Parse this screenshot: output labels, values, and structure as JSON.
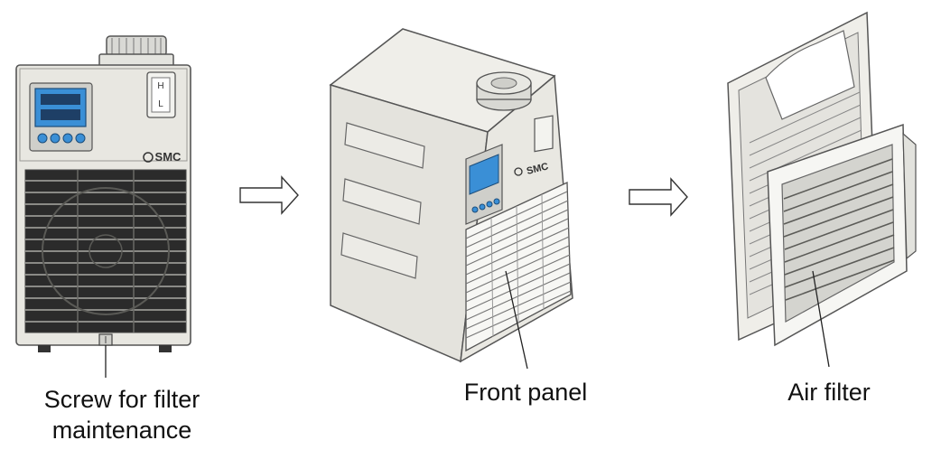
{
  "figure": {
    "views": [
      {
        "name": "front-view",
        "logo_text": "SMC",
        "level_gauge": {
          "high_label": "H",
          "low_label": "L"
        }
      },
      {
        "name": "panel-view",
        "logo_text": "SMC"
      },
      {
        "name": "open-view"
      }
    ],
    "labels": {
      "screw": {
        "line1": "Screw for filter",
        "line2": "maintenance"
      },
      "front_panel": "Front panel",
      "air_filter": "Air filter"
    },
    "colors": {
      "outline": "#555555",
      "body": "#e6e5df",
      "grille_dark": "#2b2b2b",
      "display": "#3a8fd6",
      "background": "#ffffff"
    }
  }
}
